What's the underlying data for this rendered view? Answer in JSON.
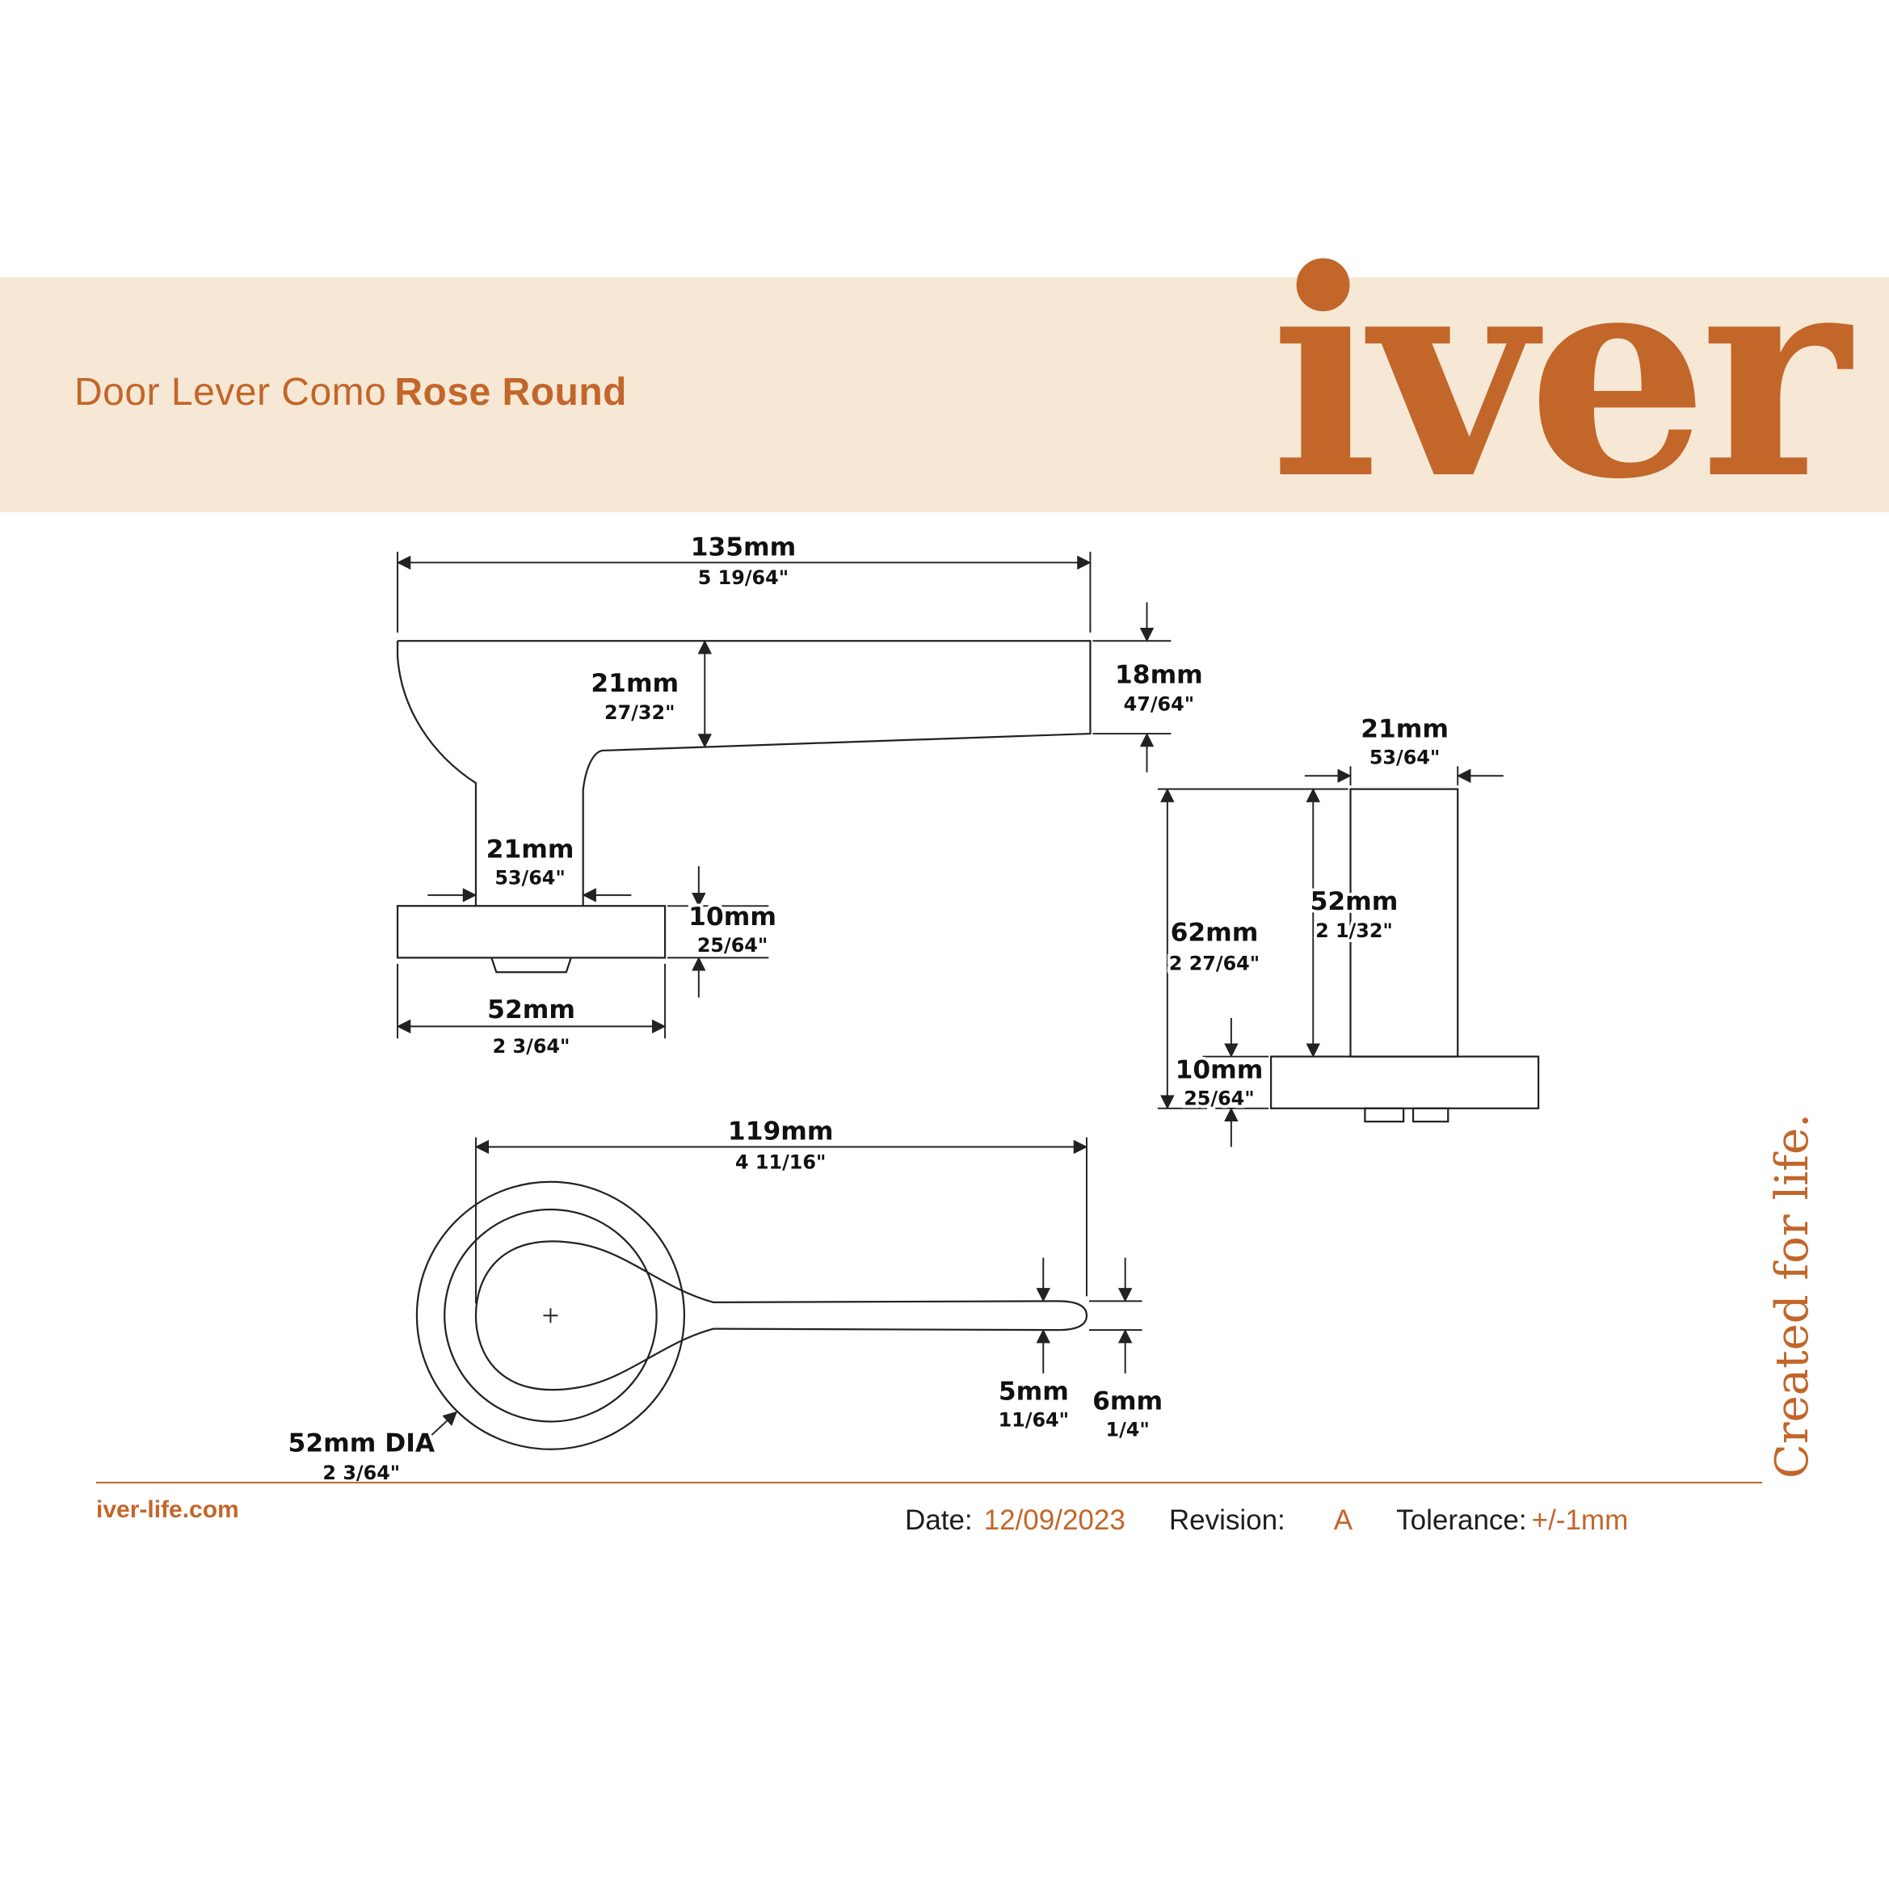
{
  "header": {
    "title_regular": "Door Lever Como",
    "title_bold": "Rose Round",
    "logo": "iver",
    "tagline": "Created for life."
  },
  "footer": {
    "website": "iver-life.com",
    "date_label": "Date:",
    "date_value": "12/09/2023",
    "revision_label": "Revision:",
    "revision_value": "A",
    "tolerance_label": "Tolerance:",
    "tolerance_value": "+/-1mm"
  },
  "colors": {
    "accent": "#C2662A",
    "banner": "#F7E8D5",
    "line": "#222222"
  },
  "dims": {
    "side": {
      "length": {
        "mm": "135mm",
        "in": "5 19/64\""
      },
      "lever_height": {
        "mm": "21mm",
        "in": "27/32\""
      },
      "tip_height": {
        "mm": "18mm",
        "in": "47/64\""
      },
      "stem_width": {
        "mm": "21mm",
        "in": "53/64\""
      },
      "rose_height": {
        "mm": "10mm",
        "in": "25/64\""
      },
      "rose_width": {
        "mm": "52mm",
        "in": "2 3/64\""
      }
    },
    "front": {
      "stem_width": {
        "mm": "21mm",
        "in": "53/64\""
      },
      "total_height": {
        "mm": "62mm",
        "in": "2 27/64\""
      },
      "stem_height": {
        "mm": "52mm",
        "in": "2 1/32\""
      },
      "rose_height": {
        "mm": "10mm",
        "in": "25/64\""
      }
    },
    "plan": {
      "length": {
        "mm": "119mm",
        "in": "4 11/16\""
      },
      "rose_dia": {
        "mm": "52mm DIA",
        "in": "2 3/64\""
      },
      "neck_width": {
        "mm": "5mm",
        "in": "11/64\""
      },
      "tip_width": {
        "mm": "6mm",
        "in": "1/4\""
      }
    }
  }
}
